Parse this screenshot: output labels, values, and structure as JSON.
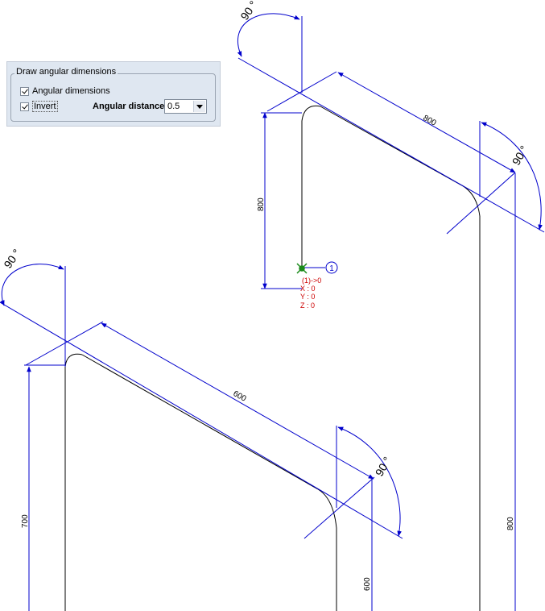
{
  "panel": {
    "title": "Draw angular dimensions",
    "angular_dimensions_label": "Angular dimensions",
    "angular_dimensions_checked": true,
    "invert_label": "Invert",
    "invert_checked": true,
    "angular_distance_label": "Angular distance",
    "angular_distance_value": "0.5"
  },
  "drawing": {
    "upper": {
      "dim_horizontal": "800",
      "dim_vertical_left": "800",
      "dim_vertical_right": "800",
      "angle_top": "90 °",
      "angle_right": "90 °"
    },
    "lower": {
      "dim_horizontal": "600",
      "dim_vertical_left": "700",
      "dim_vertical_right": "600",
      "angle_top": "90 °",
      "angle_right": "90 °"
    },
    "origin_marker": {
      "marker_number": "1",
      "point_label": "(1)->0",
      "x_label": "X :  0",
      "y_label": "Y :  0",
      "z_label": "Z :  0"
    },
    "colors": {
      "dimension": "#0000cc",
      "pipe": "#000000",
      "coordinates": "#cc0000",
      "origin": "#1a8a1a"
    }
  }
}
